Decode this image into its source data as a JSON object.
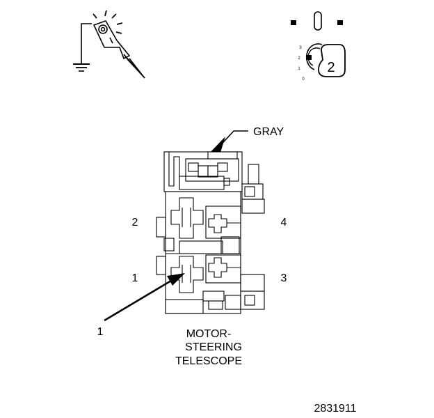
{
  "labels": {
    "wire_color": "GRAY",
    "pin_2": "2",
    "pin_4": "4",
    "pin_1": "1",
    "pin_3": "3",
    "callout_1": "1",
    "component_line1": "MOTOR-",
    "component_line2": "STEERING",
    "component_line3": "TELESCOPE",
    "figure_number": "2831911"
  },
  "ignition_key": {
    "positions": [
      "3",
      "2",
      "1",
      "0"
    ],
    "selected": "2"
  },
  "icons": {
    "test_light": "test-light-probe-icon",
    "ignition": "ignition-key-icon"
  }
}
